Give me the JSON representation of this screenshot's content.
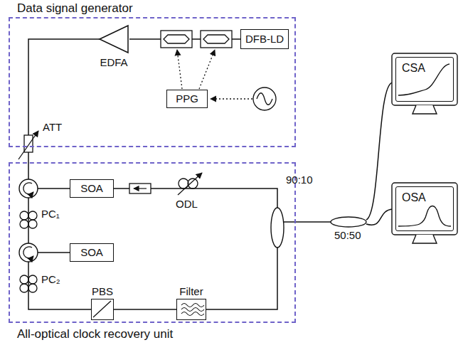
{
  "diagram": {
    "nodes": [
      {
        "text": [
          "Data signal generator"
        ]
      },
      {
        "text": [
          "DFB-LD"
        ],
        "in": 0
      },
      {
        "text": [
          "PPG"
        ],
        "in": 0
      },
      {
        "text": [
          "EDFA"
        ],
        "in": 0
      },
      {
        "text": [
          "All-optical clock recovery unit"
        ]
      },
      {
        "text": [
          "SOA"
        ],
        "in": 4
      },
      {
        "text": [
          "SOA"
        ],
        "in": 4
      },
      {
        "text": [
          "PBS"
        ],
        "in": 4
      },
      {
        "text": [
          "Filter"
        ],
        "in": 4
      },
      {
        "text": [
          "CSA"
        ]
      },
      {
        "text": [
          "OSA"
        ]
      }
    ],
    "edges": [
      {
        "from": 1,
        "to": 3,
        "arrow": "none"
      },
      {
        "from": 8,
        "to": 7,
        "arrow": "none"
      }
    ],
    "labels": [
      "ATT",
      "ODL",
      "90:10",
      "50:50",
      "PC₁",
      "PC₂"
    ]
  }
}
